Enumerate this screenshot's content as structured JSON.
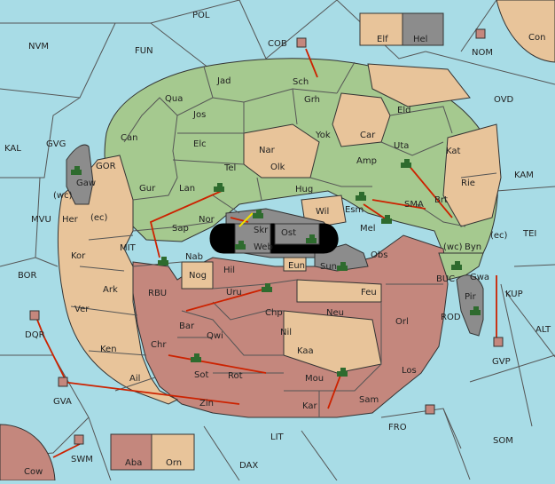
{
  "colors": {
    "sea": "#a8dce6",
    "green": "#a5c98f",
    "tan": "#e8c49a",
    "red": "#c4877d",
    "gray": "#8c8c8c",
    "border": "#333333",
    "order_arrow": "#cc2200"
  },
  "sea_labels": [
    "POL",
    "NVM",
    "FUN",
    "COB",
    "NOM",
    "OVD",
    "KAL",
    "GVG",
    "GOR",
    "KAM",
    "TEI",
    "(wc)",
    "(ec)",
    "MVU",
    "MIT",
    "BOR",
    "RBU",
    "SMA",
    "(wc)",
    "(ec)",
    "BUC",
    "KUP",
    "ROD",
    "ALT",
    "GVP",
    "DQR",
    "GVA",
    "FRO",
    "SOM",
    "LIT",
    "SWM",
    "DAX"
  ],
  "land_labels": [
    "Elf",
    "Hel",
    "Con",
    "Jad",
    "Sch",
    "Qua",
    "Grh",
    "Eld",
    "Jos",
    "Can",
    "Yok",
    "Car",
    "Elc",
    "Nar",
    "Amp",
    "Uta",
    "Kat",
    "Tel",
    "Olk",
    "Gaw",
    "Gur",
    "Lan",
    "Hug",
    "Rie",
    "Brt",
    "Nor",
    "Wil",
    "Esm",
    "Sap",
    "Skr",
    "Ost",
    "Mel",
    "Her",
    "Web",
    "Kor",
    "Nab",
    "Eun",
    "Sun",
    "Obs",
    "Byn",
    "Hil",
    "Nog",
    "Gwa",
    "Ark",
    "Uru",
    "Feu",
    "Pir",
    "Ver",
    "Bar",
    "Chp",
    "Neu",
    "Qwi",
    "Nil",
    "Orl",
    "Ken",
    "Chr",
    "Kaa",
    "Sot",
    "Rot",
    "Los",
    "Ail",
    "Mou",
    "Sam",
    "Zin",
    "Kar",
    "Cow",
    "Aba",
    "Orn"
  ],
  "units_note": "tanks",
  "coast_labels": [
    "(ec)",
    "(wc)",
    "(ec)",
    "(wc)"
  ]
}
